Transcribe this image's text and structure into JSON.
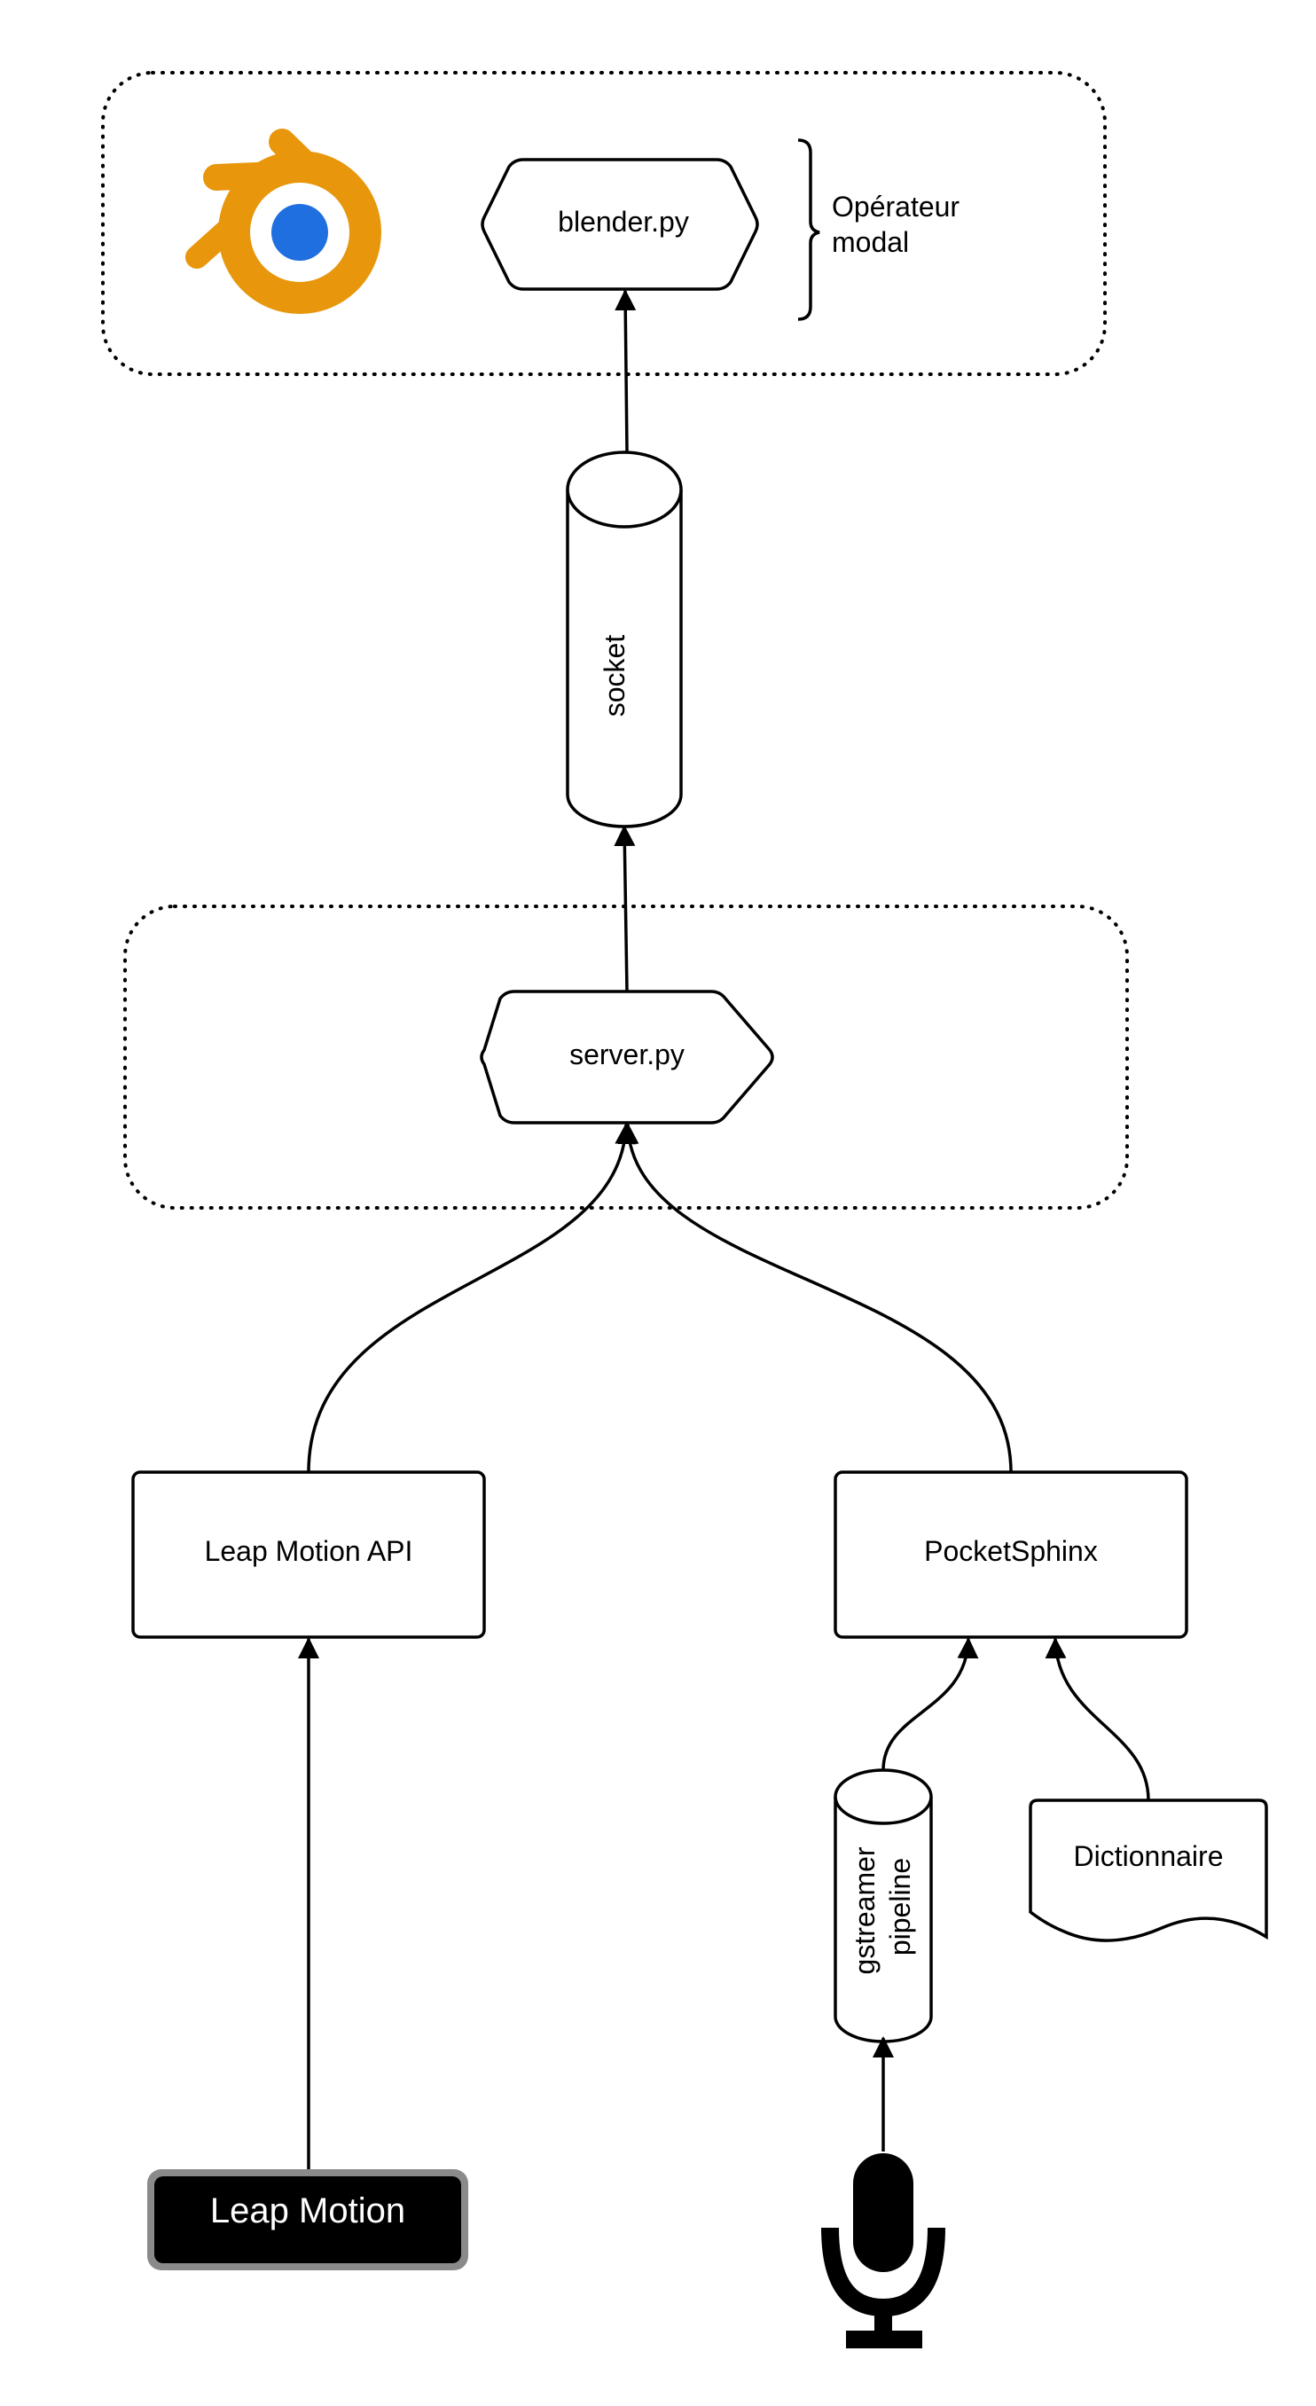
{
  "nodes": {
    "blender_py": "blender.py",
    "operator_note": "Opérateur modal",
    "operator_note_lines": [
      "Opérateur",
      "modal"
    ],
    "socket": "socket",
    "server_py": "server.py",
    "leap_motion_api": "Leap Motion API",
    "pocketsphinx": "PocketSphinx",
    "gstreamer": "gstreamer pipeline",
    "gstreamer_lines": [
      "gstreamer",
      "pipeline"
    ],
    "dictionnaire": "Dictionnaire",
    "leap_motion": "Leap Motion"
  },
  "icons": {
    "blender_logo": "blender-logo-icon",
    "microphone": "microphone-icon"
  },
  "colors": {
    "blender_orange": "#E8960B",
    "blender_blue": "#1F6FE0",
    "device_fill": "#000000",
    "device_border": "#8a8a8a"
  },
  "edges": [
    {
      "from": "server.py",
      "to": "socket"
    },
    {
      "from": "socket",
      "to": "blender.py"
    },
    {
      "from": "Leap Motion API",
      "to": "server.py"
    },
    {
      "from": "PocketSphinx",
      "to": "server.py"
    },
    {
      "from": "Leap Motion",
      "to": "Leap Motion API"
    },
    {
      "from": "gstreamer pipeline",
      "to": "PocketSphinx"
    },
    {
      "from": "Dictionnaire",
      "to": "PocketSphinx"
    },
    {
      "from": "microphone",
      "to": "gstreamer pipeline"
    }
  ]
}
